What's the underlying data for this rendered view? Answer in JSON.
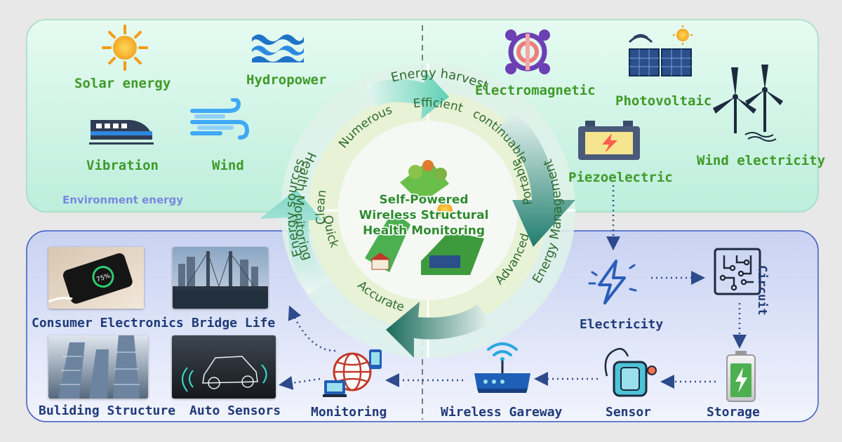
{
  "panels": {
    "top_caption": "Environment energy"
  },
  "sources": {
    "solar": "Solar energy",
    "hydro": "Hydropower",
    "vibration": "Vibration",
    "wind": "Wind"
  },
  "harvest": {
    "electromagnetic": "Electromagnetic",
    "photovoltaic": "Photovoltaic",
    "wind_electricity": "Wind electricity",
    "piezoelectric": "Piezoelectric"
  },
  "pipeline": {
    "electricity": "Electricity",
    "circuit": "Circuit",
    "storage": "Storage",
    "sensor": "Sensor",
    "gateway": "Wireless Gareway",
    "monitoring": "Monitoring"
  },
  "applications": {
    "consumer": "Consumer Electronics",
    "bridge": "Bridge Life",
    "building": "Buliding Structure",
    "auto": "Auto Sensors",
    "phone_percent": "75%"
  },
  "cycle": {
    "outer": {
      "energy_sources": "Energy  sources",
      "energy_harvest": "Energy  harvest",
      "energy_management": "Energy  Management",
      "health_monitoring": "Health  Monitoring"
    },
    "inner": {
      "numerous": "Numerous",
      "clean": "Clean",
      "efficient": "Efficient",
      "continuable": "continuable",
      "portable": "Portable",
      "advanced": "Advanced",
      "accurate": "Accurate",
      "quick": "Quick"
    },
    "center_title": [
      "Self-Powered",
      "Wireless Structural",
      "Health Monitoring"
    ]
  },
  "colors": {
    "top_panel": "#cdf3e4",
    "bottom_panel": "#d9def6",
    "label_green": "#3e9a26",
    "label_navy": "#1f3a78",
    "ring": "#d9f0e6",
    "arrow_teal": "#2b9c8a"
  }
}
